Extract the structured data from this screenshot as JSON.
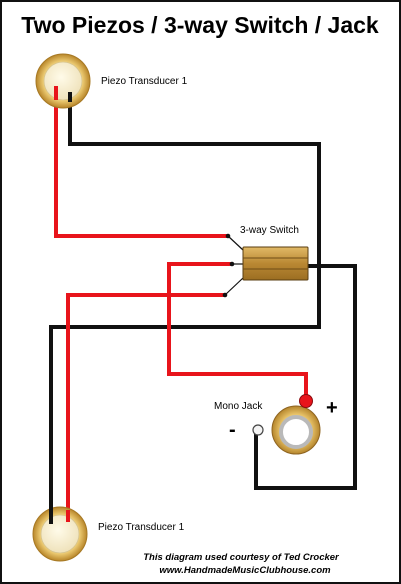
{
  "title": "Two Piezos / 3-way Switch / Jack",
  "labels": {
    "piezo_top": "Piezo Transducer 1",
    "piezo_bottom": "Piezo Transducer 1",
    "switch": "3-way Switch",
    "jack": "Mono Jack",
    "plus": "+",
    "minus": "-"
  },
  "credit": {
    "line1": "This diagram used courtesy of Ted Crocker",
    "line2": "www.HandmadeMusicClubhouse.com"
  },
  "colors": {
    "ground_wire": "#111111",
    "hot_wire": "#e8141b",
    "piezo_brass": "#d4a93a",
    "piezo_ceramic": "#f5ecd0",
    "switch_body": "#c99a3c"
  }
}
